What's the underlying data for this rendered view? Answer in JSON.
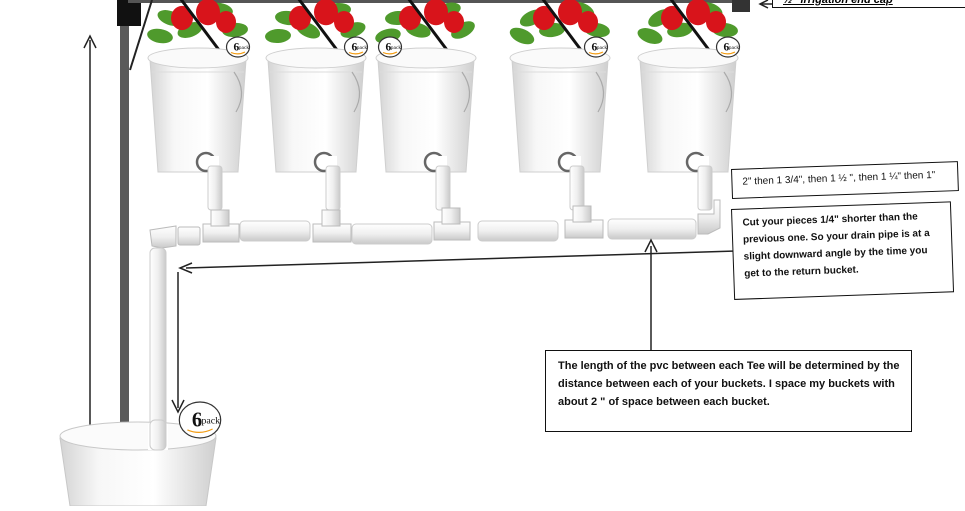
{
  "top_label": "½\" irrigation end cap",
  "pipe_lengths_note": "2\" then 1 3/4\", then 1 ½ \", then 1 ¼\" then 1\"",
  "cut_note": "Cut your pieces 1/4\" shorter than the previous one. So your drain pipe is at a slight downward angle by the time you get to the return bucket.",
  "length_note": "The length of the pvc between each Tee will be determined by the distance between each of your buckets. I space my buckets with about 2 \" of space between each bucket.",
  "badge": {
    "number": "6",
    "word": "pack"
  },
  "colors": {
    "bucket": "#f3f3f3",
    "bucket_shadow": "#d9d9d9",
    "pipe": "#eeeeee",
    "pepper": "#d8141b",
    "leaf": "#4f9a2c",
    "pole": "#5a5a5a"
  }
}
